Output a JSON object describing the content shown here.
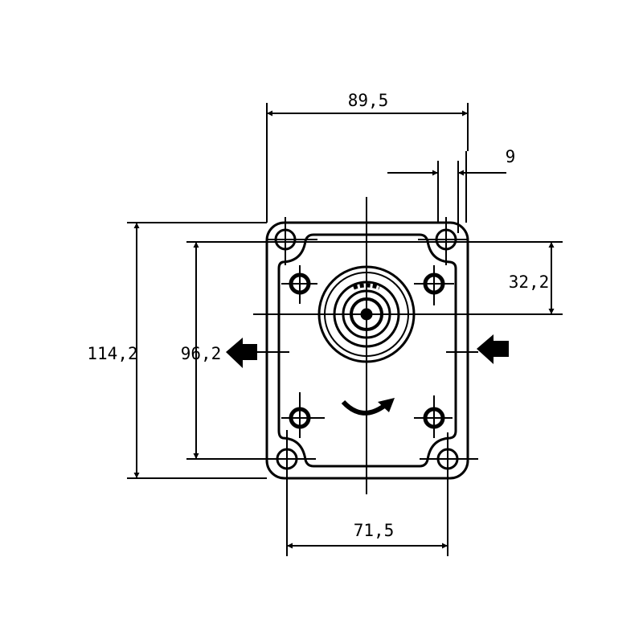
{
  "drawing": {
    "title": "Gear pump flange dimension drawing",
    "colors": {
      "line": "#000000",
      "background": "#ffffff"
    },
    "dimensions": {
      "overall_width": "89,5",
      "slot_width": "9",
      "shaft_offset": "32,2",
      "overall_height": "114,2",
      "hole_spacing_vertical": "96,2",
      "hole_spacing_horizontal": "71,5"
    }
  }
}
